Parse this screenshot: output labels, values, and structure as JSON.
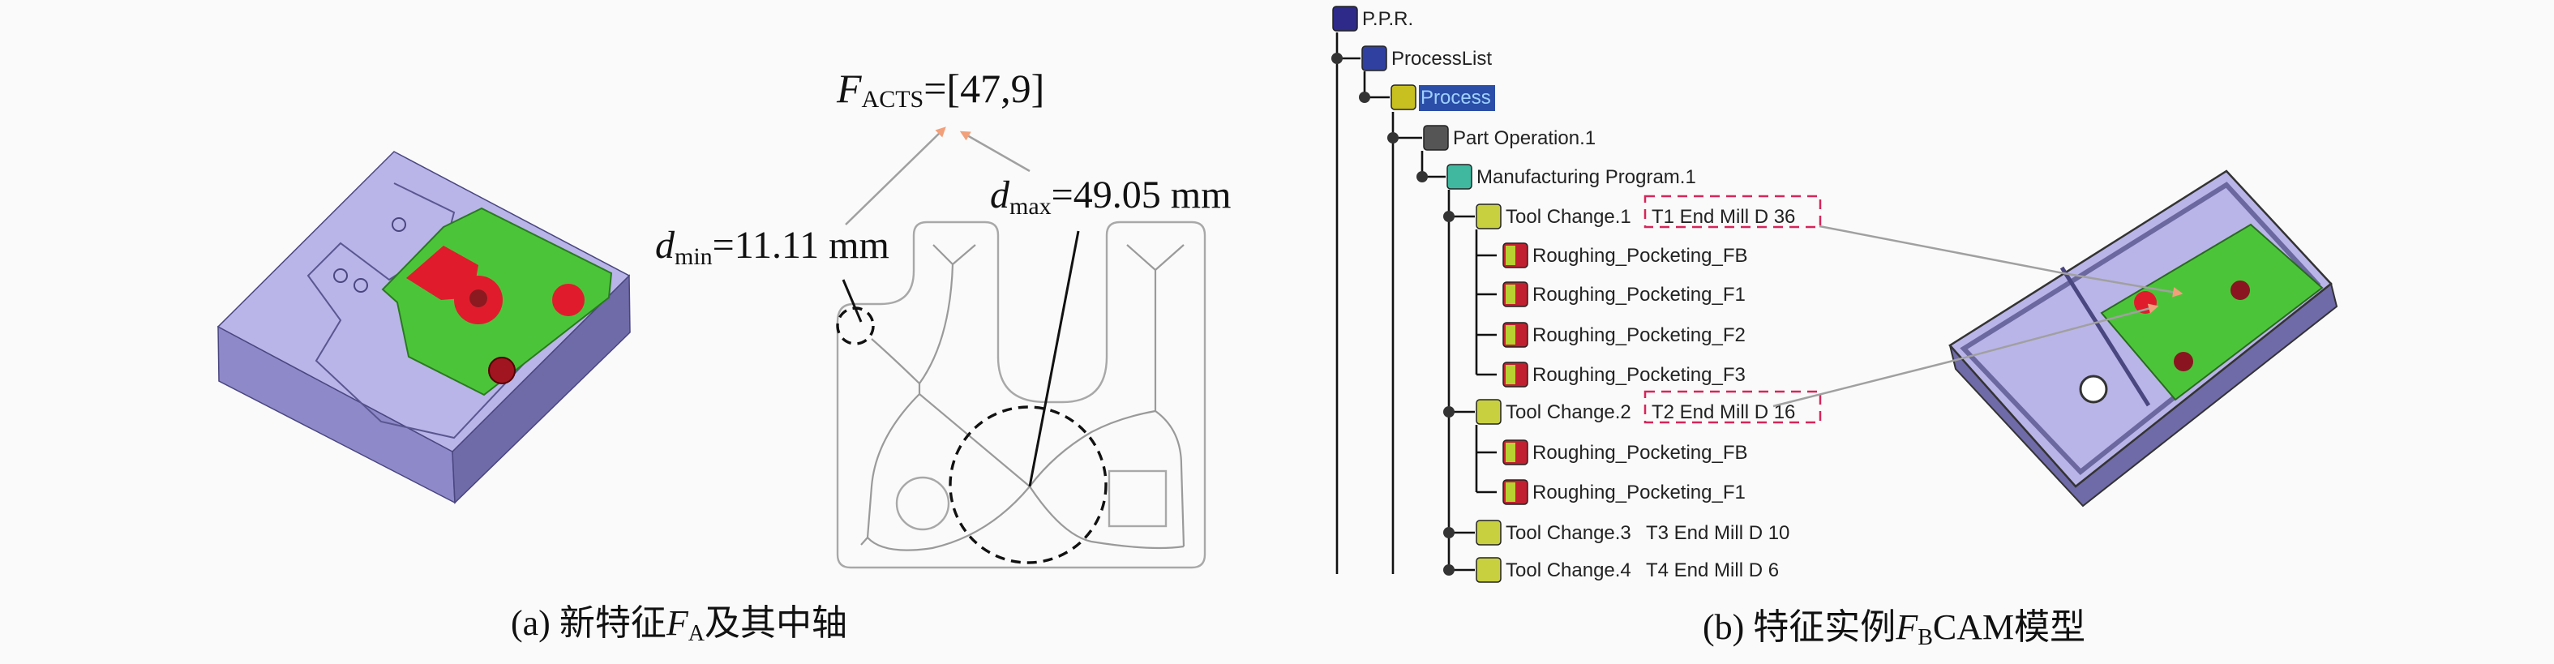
{
  "colors": {
    "background": "#fafafa",
    "part_top": "#b9b5e8",
    "part_side_left": "#8e89c9",
    "part_side_right": "#6f6aa8",
    "feature_green": "#4cc43a",
    "feature_red": "#e01c2c",
    "arrow_orange": "#f2a07a",
    "highlight_bg": "#2b4ea8",
    "highlight_text": "#9fd0ff",
    "dashed_box": "#d8245a"
  },
  "panel_a": {
    "formula": {
      "symbol": "F",
      "sub": "ACTS",
      "value": "=[47,9]"
    },
    "dmin": {
      "symbol": "d",
      "sub": "min",
      "value": "=11.11 mm"
    },
    "dmax": {
      "symbol": "d",
      "sub": "max",
      "value": "=49.05 mm"
    },
    "caption": {
      "prefix": "(a) 新特征",
      "symbol": "F",
      "sub": "A",
      "suffix": "及其中轴"
    }
  },
  "panel_b": {
    "tree": [
      {
        "label": "P.P.R.",
        "level": 0,
        "icon": "ppr-icon"
      },
      {
        "label": "ProcessList",
        "level": 1,
        "icon": "process-list-icon"
      },
      {
        "label": "Process",
        "level": 2,
        "icon": "process-icon",
        "selected": true
      },
      {
        "label": "Part Operation.1",
        "level": 3,
        "icon": "part-operation-icon"
      },
      {
        "label": "Manufacturing Program.1",
        "level": 4,
        "icon": "manufacturing-program-icon"
      },
      {
        "label": "Tool Change.1",
        "tool": "T1 End Mill D 36",
        "level": 5,
        "icon": "tool-change-icon",
        "boxed": true
      },
      {
        "label": "Roughing_Pocketing_FB",
        "level": 6,
        "icon": "pocketing-operation-icon"
      },
      {
        "label": "Roughing_Pocketing_F1",
        "level": 6,
        "icon": "pocketing-operation-icon"
      },
      {
        "label": "Roughing_Pocketing_F2",
        "level": 6,
        "icon": "pocketing-operation-icon"
      },
      {
        "label": "Roughing_Pocketing_F3",
        "level": 6,
        "icon": "pocketing-operation-icon"
      },
      {
        "label": "Tool Change.2",
        "tool": "T2 End Mill D 16",
        "level": 5,
        "icon": "tool-change-icon",
        "boxed": true
      },
      {
        "label": "Roughing_Pocketing_FB",
        "level": 6,
        "icon": "pocketing-operation-icon"
      },
      {
        "label": "Roughing_Pocketing_F1",
        "level": 6,
        "icon": "pocketing-operation-icon"
      },
      {
        "label": "Tool Change.3",
        "tool": "T3 End Mill D 10",
        "level": 5,
        "icon": "tool-change-icon"
      },
      {
        "label": "Tool Change.4",
        "tool": "T4 End Mill D 6",
        "level": 5,
        "icon": "tool-change-icon"
      }
    ],
    "caption": {
      "prefix": "(b) 特征实例",
      "symbol": "F",
      "sub": "B",
      "suffix": "CAM模型"
    }
  }
}
